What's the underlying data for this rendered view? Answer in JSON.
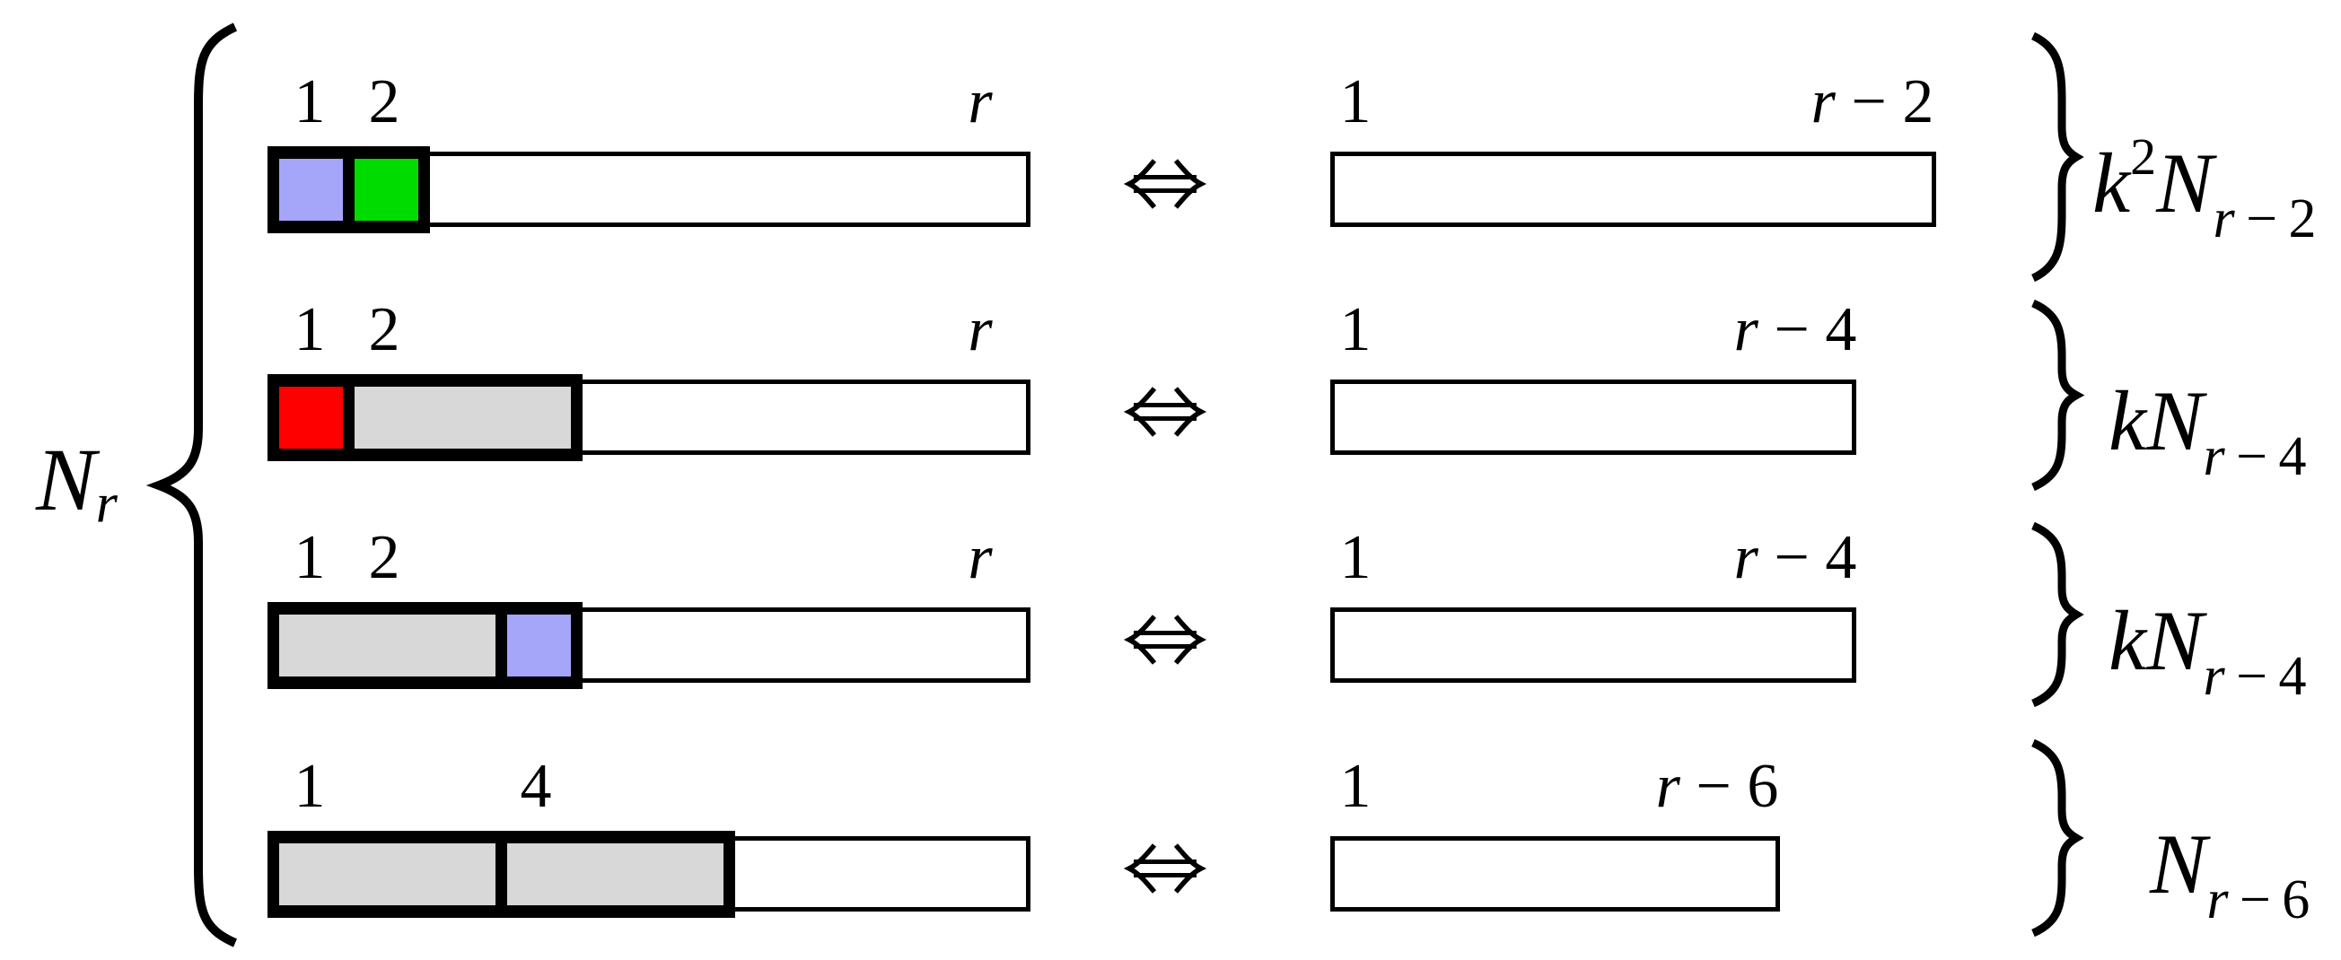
{
  "lhs": {
    "script": "N",
    "sub": "r"
  },
  "colors": {
    "blue": "#a5a5fa",
    "green": "#00dc00",
    "red": "#fe0000",
    "gray": "#d8d8d8",
    "ink": "#000000"
  },
  "icons": {
    "iff_arrow": "⇔",
    "left_brace": "{",
    "right_brace": "}"
  },
  "rows": [
    {
      "left_labels": {
        "p1": "1",
        "p2": "2",
        "end": "r"
      },
      "cells": [
        {
          "name": "cell-1",
          "color_key": "blue"
        },
        {
          "name": "cell-2",
          "color_key": "green"
        }
      ],
      "right_labels": {
        "start": "1",
        "end_var": "r",
        "end_rest": " − 2"
      },
      "formula": {
        "coef": "k",
        "sup": "2",
        "script": "N",
        "sub_var": "r",
        "sub_rest": " − 2"
      }
    },
    {
      "left_labels": {
        "p1": "1",
        "p2": "2",
        "end": "r"
      },
      "cells": [
        {
          "name": "cell-1",
          "color_key": "red"
        },
        {
          "name": "block-2-4",
          "color_key": "gray"
        }
      ],
      "right_labels": {
        "start": "1",
        "end_var": "r",
        "end_rest": " − 4"
      },
      "formula": {
        "coef": "k",
        "sup": "",
        "script": "N",
        "sub_var": "r",
        "sub_rest": " − 4"
      }
    },
    {
      "left_labels": {
        "p1": "1",
        "p2": "2",
        "end": "r"
      },
      "cells": [
        {
          "name": "block-1-3",
          "color_key": "gray"
        },
        {
          "name": "cell-4",
          "color_key": "blue"
        }
      ],
      "right_labels": {
        "start": "1",
        "end_var": "r",
        "end_rest": " − 4"
      },
      "formula": {
        "coef": "k",
        "sup": "",
        "script": "N",
        "sub_var": "r",
        "sub_rest": " − 4"
      }
    },
    {
      "left_labels": {
        "p1": "1",
        "p2": "4",
        "end": ""
      },
      "cells": [
        {
          "name": "block-1-3",
          "color_key": "gray"
        },
        {
          "name": "block-4-6",
          "color_key": "gray"
        }
      ],
      "right_labels": {
        "start": "1",
        "end_var": "r",
        "end_rest": " − 6"
      },
      "formula": {
        "coef": "",
        "sup": "",
        "script": "N",
        "sub_var": "r",
        "sub_rest": " − 6"
      }
    }
  ]
}
